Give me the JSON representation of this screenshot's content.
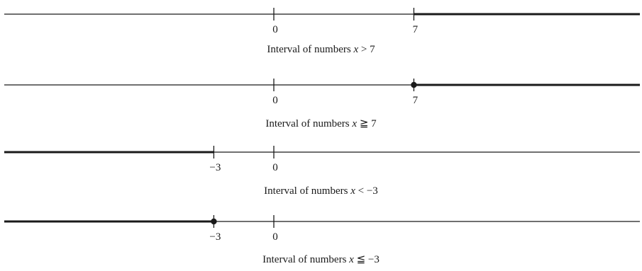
{
  "number_lines": [
    {
      "ticks": [
        {
          "label": "0",
          "value": 0
        },
        {
          "label": "7",
          "value": 7
        }
      ],
      "endpoint": 7,
      "endpoint_dot": false,
      "direction": "right",
      "caption": {
        "text": "Interval of numbers ",
        "var": "x",
        "relation": " > 7"
      }
    },
    {
      "ticks": [
        {
          "label": "0",
          "value": 0
        },
        {
          "label": "7",
          "value": 7
        }
      ],
      "endpoint": 7,
      "endpoint_dot": true,
      "direction": "right",
      "caption": {
        "text": "Interval of numbers ",
        "var": "x",
        "relation": " ≧ 7"
      }
    },
    {
      "ticks": [
        {
          "label": "−3",
          "value": -3
        },
        {
          "label": "0",
          "value": 0
        }
      ],
      "endpoint": -3,
      "endpoint_dot": false,
      "direction": "left",
      "caption": {
        "text": "Interval of numbers ",
        "var": "x",
        "relation": " < −3"
      }
    },
    {
      "ticks": [
        {
          "label": "−3",
          "value": -3
        },
        {
          "label": "0",
          "value": 0
        }
      ],
      "endpoint": -3,
      "endpoint_dot": true,
      "direction": "left",
      "caption": {
        "text": "Interval of numbers ",
        "var": "x",
        "relation": " ≦ −3"
      }
    }
  ],
  "colors": {
    "line": "#1a1a1a"
  }
}
